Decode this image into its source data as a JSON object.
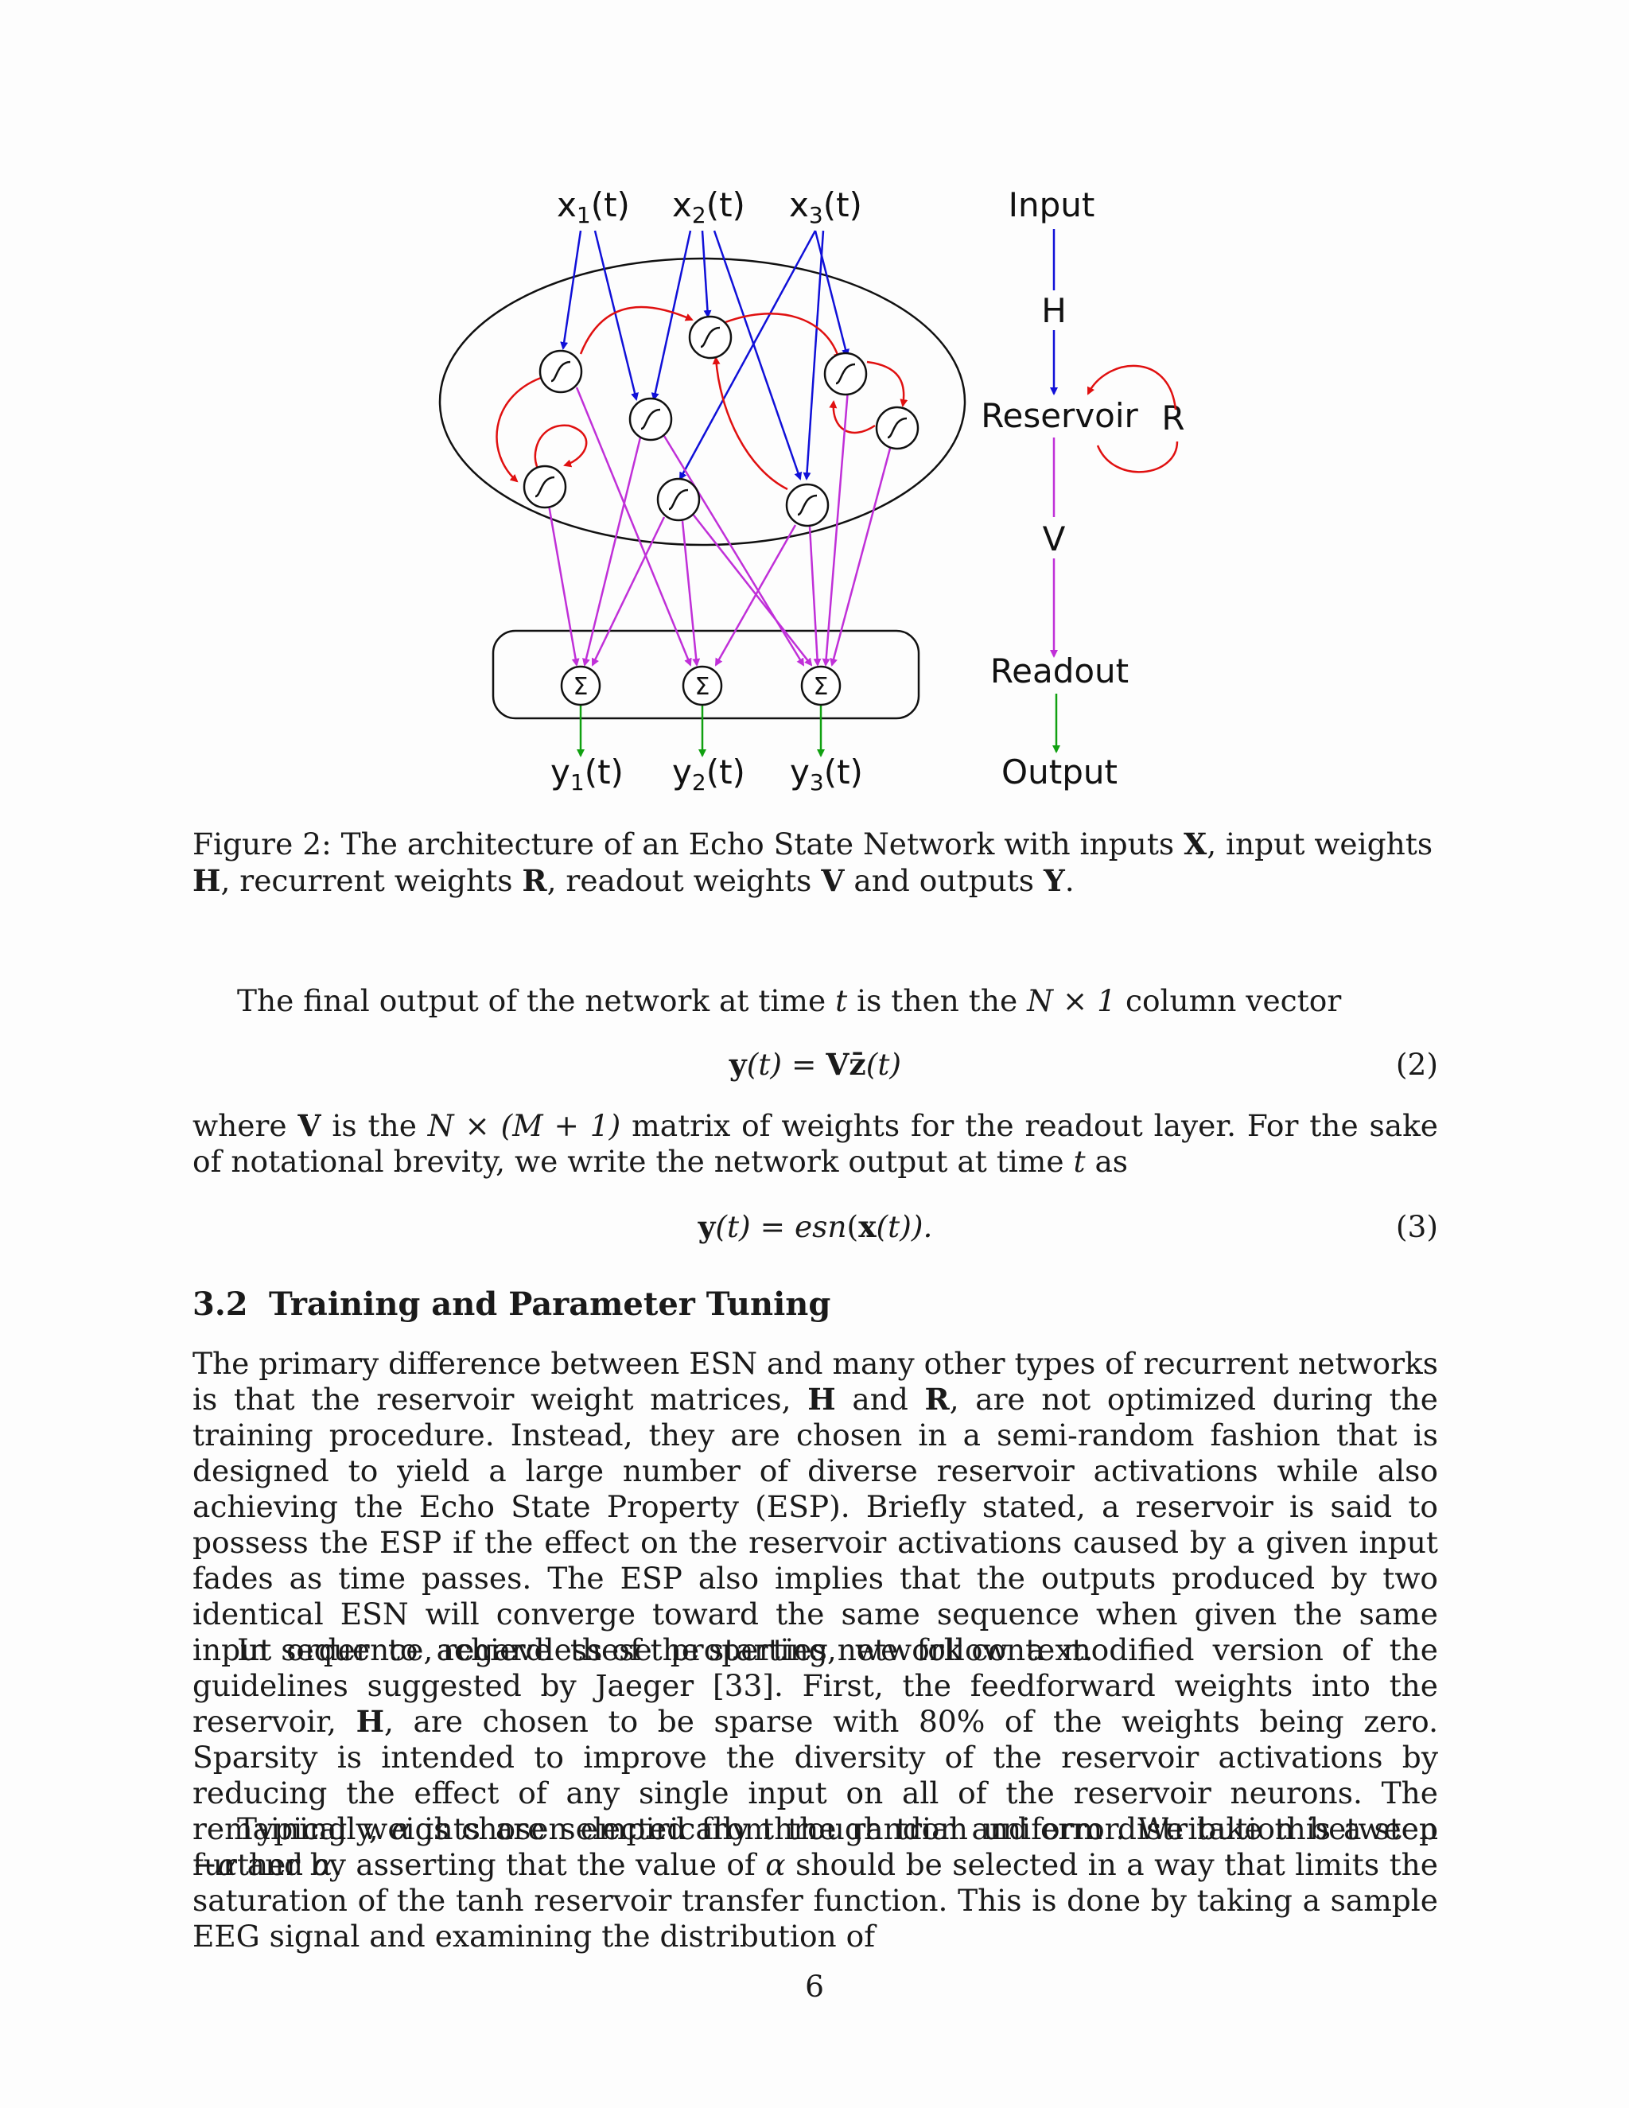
{
  "figure": {
    "inputs": [
      "x1(t)",
      "x2(t)",
      "x3(t)"
    ],
    "outputs": [
      "y1(t)",
      "y2(t)",
      "y3(t)"
    ],
    "legend": {
      "input": "Input",
      "h": "H",
      "reservoir": "Reservoir",
      "r": "R",
      "v": "V",
      "readout": "Readout",
      "output": "Output"
    },
    "neuron_glyph": "∫",
    "sum_glyph": "Σ",
    "colors": {
      "input_weights": "#1010d8",
      "recurrent_weights": "#e01010",
      "readout_weights": "#c030d8",
      "output_links": "#10a010"
    },
    "caption": {
      "prefix": "Figure 2: The architecture of an Echo State Network with inputs ",
      "X": "X",
      "t1": ", input weights ",
      "H": "H",
      "t2": ", recurrent weights ",
      "R": "R",
      "t3": ", readout weights ",
      "V": "V",
      "t4": " and outputs ",
      "Y": "Y",
      "t5": "."
    }
  },
  "para1": {
    "a": "The final output of the network at time ",
    "t": "t",
    "b": " is then the ",
    "dims": "N × 1",
    "c": " column vector"
  },
  "eq2": {
    "lhs": "y",
    "mid": "(t) = ",
    "V": "V",
    "z": "z̄",
    "rhs": "(t)",
    "number": "(2)"
  },
  "para2": {
    "a": "where ",
    "V": "V",
    "b": " is the ",
    "dims": "N × (M + 1)",
    "c": " matrix of weights for the readout layer. For the sake of notational brevity, we write the network output at time ",
    "t": "t",
    "d": " as"
  },
  "eq3": {
    "lhs": "y",
    "mid": "(t) = ",
    "esn": "esn",
    "open": "(",
    "x": "x",
    "rhs": "(t)).",
    "number": "(3)"
  },
  "section": {
    "number": "3.2",
    "title": "Training and Parameter Tuning"
  },
  "para3": {
    "a": "The primary difference between ESN and many other types of recurrent networks is that the reservoir weight matrices, ",
    "H": "H",
    "b": " and ",
    "R": "R",
    "c": ", are not optimized during the training procedure. Instead, they are chosen in a semi-random fashion that is designed to yield a large number of diverse reservoir activations while also achieving the Echo State Property (ESP). Briefly stated, a reservoir is said to possess the ESP if the effect on the reservoir activations caused by a given input fades as time passes. The ESP also implies that the outputs produced by two identical ESN will converge toward the same sequence when given the same input sequence, regardless of the starting network context."
  },
  "para4": {
    "a": "In order to achieve these properties, we follow a modified version of the guidelines suggested by Jaeger [33]. First, the feedforward weights into the reservoir, ",
    "H": "H",
    "b": ", are chosen to be sparse with 80% of the weights being zero. Sparsity is intended to improve the diversity of the reservoir activations by reducing the effect of any single input on all of the reservoir neurons. The remaining weights are selected from the random uniform distribution between ",
    "neg_alpha": "−α",
    "c": " and ",
    "alpha": "α",
    "d": "."
  },
  "para5": {
    "a": "Typically, ",
    "alpha1": "α",
    "b": " is chosen empirically through trial and error. We take this a step further by asserting that the value of ",
    "alpha2": "α",
    "c": " should be selected in a way that limits the saturation of the ",
    "tanh": "tanh",
    "d": " reservoir transfer function. This is done by taking a sample EEG signal and examining the distribution of"
  },
  "page_number": "6"
}
